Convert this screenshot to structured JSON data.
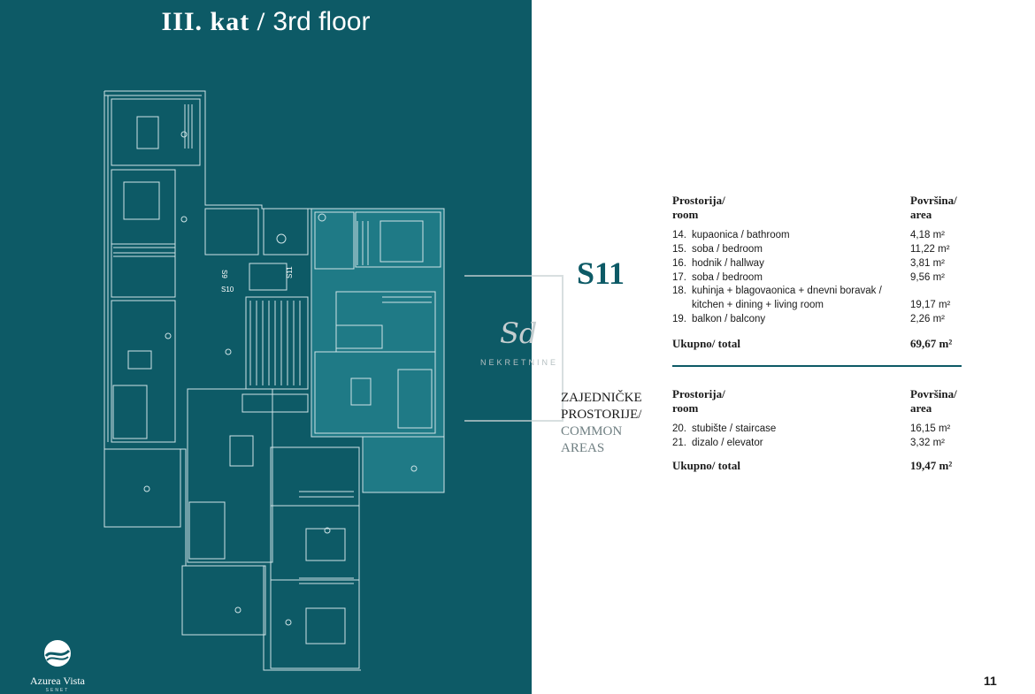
{
  "floor_title": {
    "bold": "III. kat /",
    "light": "3rd floor"
  },
  "unit": "S11",
  "plan_labels": {
    "s9": "S9",
    "s10": "S10",
    "s11": "S11"
  },
  "rooms_table": {
    "col1": [
      "Prostorija/",
      "room"
    ],
    "col2": [
      "Površina/",
      "area"
    ],
    "rows": [
      {
        "num": "14.",
        "label": "kupaonica / bathroom",
        "area": "4,18 m²"
      },
      {
        "num": "15.",
        "label": "soba / bedroom",
        "area": "11,22 m²"
      },
      {
        "num": "16.",
        "label": "hodnik / hallway",
        "area": "3,81 m²"
      },
      {
        "num": "17.",
        "label": "soba / bedroom",
        "area": "9,56 m²"
      },
      {
        "num": "18.",
        "label": "kuhinja + blagovaonica + dnevni boravak /",
        "label2": "kitchen + dining + living room",
        "area": "19,17 m²"
      },
      {
        "num": "19.",
        "label": "balkon / balcony",
        "area": "2,26 m²"
      }
    ],
    "total_label": "Ukupno/ total",
    "total_value": "69,67 m²"
  },
  "common": {
    "title": [
      "ZAJEDNIČKE",
      "PROSTORIJE/"
    ],
    "title_en": [
      "COMMON",
      "AREAS"
    ],
    "col1": [
      "Prostorija/",
      "room"
    ],
    "col2": [
      "Površina/",
      "area"
    ],
    "rows": [
      {
        "num": "20.",
        "label": "stubište / staircase",
        "area": "16,15 m²"
      },
      {
        "num": "21.",
        "label": "dizalo / elevator",
        "area": "3,32 m²"
      }
    ],
    "total_label": "Ukupno/ total",
    "total_value": "19,47 m²"
  },
  "watermark": {
    "script": "Sd",
    "text": "NEKRETNINE"
  },
  "logo": {
    "name": "Azurea Vista",
    "sub": "SENET"
  },
  "page_number": "11",
  "colors": {
    "teal": "#0d5a66",
    "highlight": "#1f7a86",
    "line": "#cfe3e6"
  }
}
